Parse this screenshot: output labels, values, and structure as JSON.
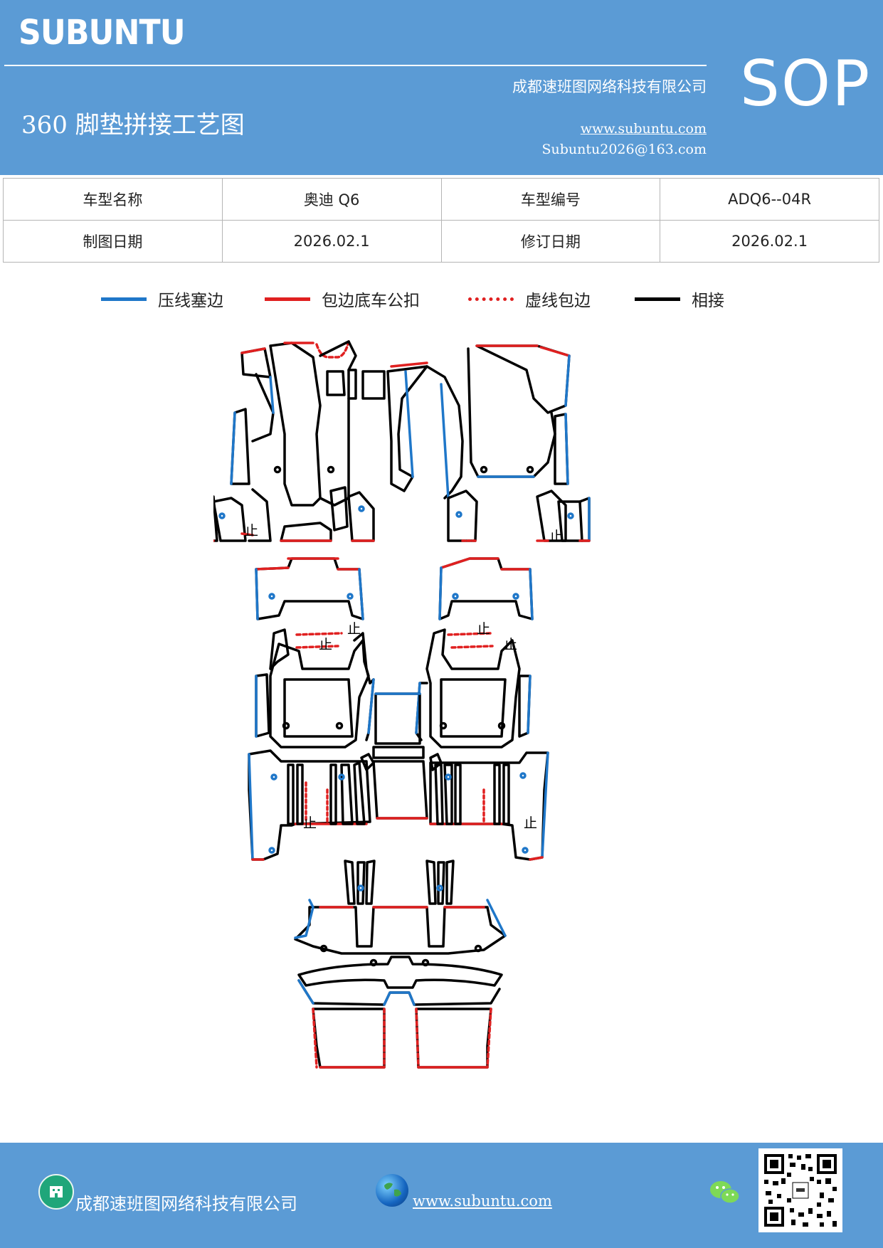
{
  "header": {
    "brand": "SUBUNTU",
    "company": "成都速班图网络科技有限公司",
    "title": "360 脚垫拼接工艺图",
    "website": "www.subuntu.com",
    "email": "Subuntu2026@163.com",
    "sop": "SOP"
  },
  "info_table": {
    "rows": [
      {
        "label1": "车型名称",
        "value1": "奥迪 Q6",
        "label2": "车型编号",
        "value2": "ADQ6--04R"
      },
      {
        "label1": "制图日期",
        "value1": "2026.02.1",
        "label2": "修订日期",
        "value2": "2026.02.1"
      }
    ]
  },
  "legend": [
    {
      "label": "压线塞边",
      "color": "#1f77c9",
      "style": "solid"
    },
    {
      "label": "包边底车公扣",
      "color": "#e02020",
      "style": "solid"
    },
    {
      "label": "虚线包边",
      "color": "#e02020",
      "style": "dotted"
    },
    {
      "label": "相接",
      "color": "#000000",
      "style": "solid"
    }
  ],
  "drawing": {
    "stop_mark": "止"
  },
  "footer": {
    "company": "成都速班图网络科技有限公司",
    "website": "www.subuntu.com "
  },
  "icons": {
    "house": "building-icon",
    "globe": "globe-icon",
    "chat": "wechat-icon",
    "qr": "qr-code"
  }
}
